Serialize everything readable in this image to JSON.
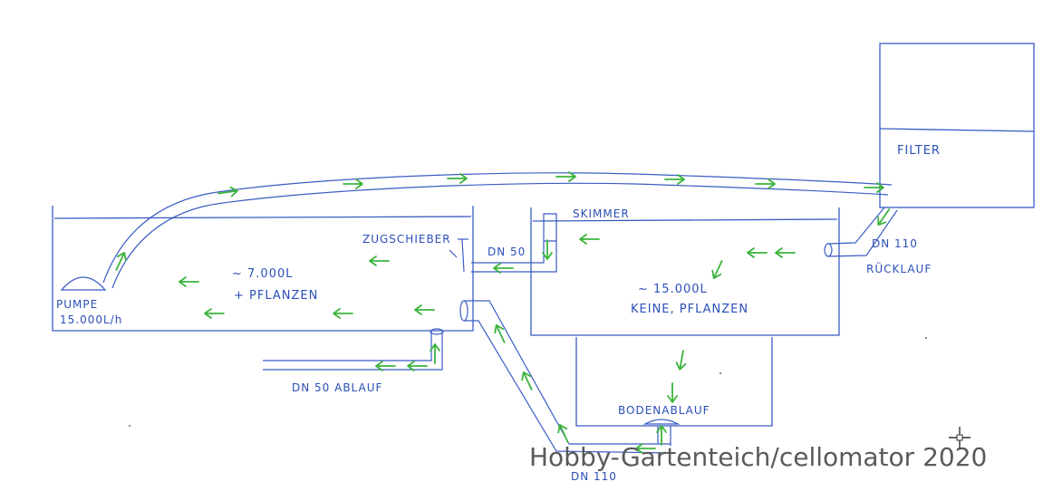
{
  "labels": {
    "filter": "FILTER",
    "skimmer": "SKIMMER",
    "zugschieber": "ZUGSCHIEBER",
    "dn50_top": "DN 50",
    "dn110_right": "DN 110",
    "rucklauf": "RÜCKLAUF",
    "pumpe": "PUMPE",
    "pump_rate": "15.000L/h",
    "left_volume": "~ 7.000L",
    "left_plants": "+ PFLANZEN",
    "right_volume": "~ 15.000L",
    "right_plants": "KEINE, PFLANZEN",
    "ablauf": "DN 50  ABLAUF",
    "bodenablauf": "BODENABLAUF",
    "dn110_bottom": "DN 110"
  },
  "watermark": "Hobby-Gartenteich/cellomator 2020",
  "colors": {
    "ink": "#3a5cc4",
    "flow": "#3cb43c",
    "watermark": "#5a5a5a"
  },
  "icons": {
    "flow_arrow": "arrow-icon",
    "cursor": "crosshair-move-cursor-icon"
  }
}
